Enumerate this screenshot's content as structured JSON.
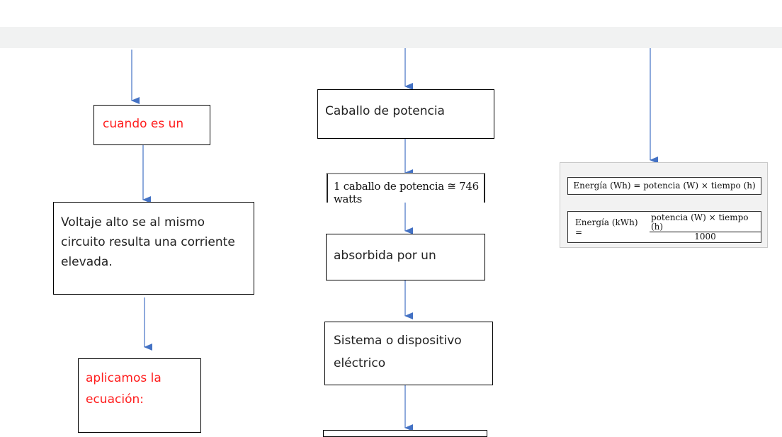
{
  "left_column": {
    "box1": "cuando es un",
    "box2": "Voltaje alto se al mismo circuito resulta una corriente elevada.",
    "box3": "aplicamos la ecuación:"
  },
  "middle_column": {
    "box1": "Caballo de potencia",
    "equation": "1 caballo de potencia ≅ 746 watts",
    "box2": "absorbida por un",
    "box3": "Sistema o dispositivo eléctrico"
  },
  "right_column": {
    "formula1": "Energía (Wh) = potencia (W) × tiempo (h)",
    "formula2_lhs": "Energía (kWh) =",
    "formula2_num": "potencia (W) × tiempo (h)",
    "formula2_den": "1000"
  },
  "colors": {
    "arrow": "#4472c4",
    "red_text": "#ff1d1d",
    "topbar": "#f1f2f2"
  }
}
